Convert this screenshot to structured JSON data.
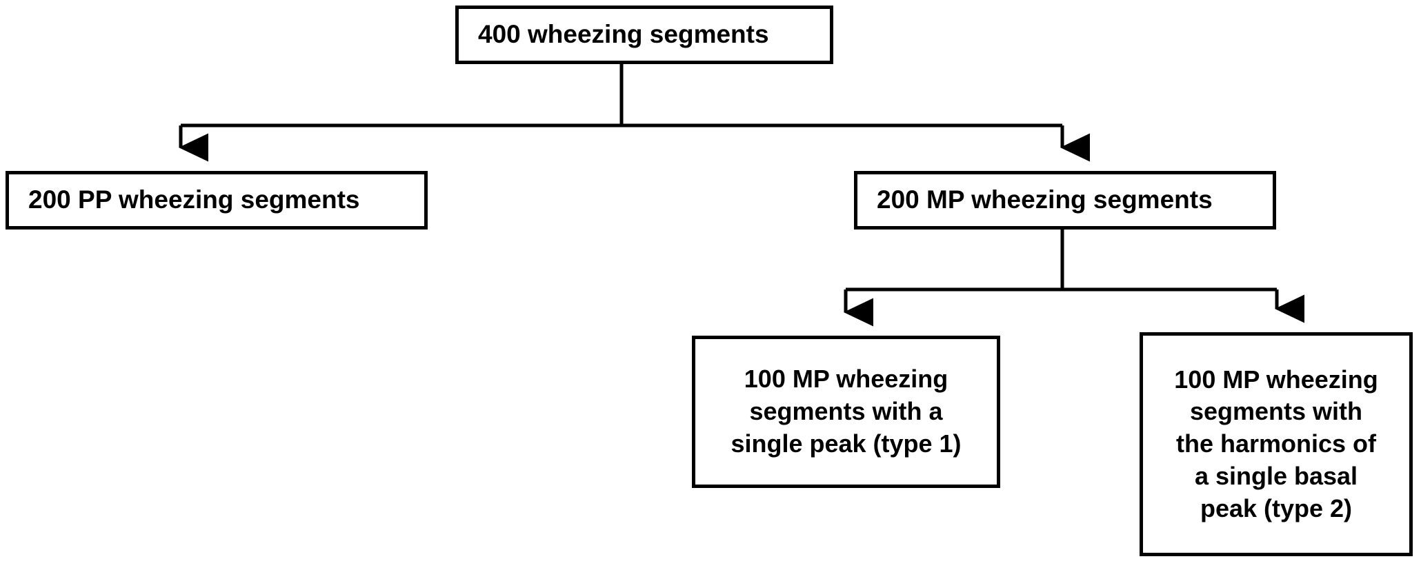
{
  "diagram": {
    "title": "Wheezing segment classification flowchart",
    "background_color": "#ffffff",
    "line_color": "#000000",
    "text_color": "#000000",
    "nodes": {
      "root": {
        "label": "400 wheezing segments"
      },
      "pp": {
        "label": "200 PP wheezing segments"
      },
      "mp": {
        "label": "200 MP wheezing segments"
      },
      "type1": {
        "label": "100 MP wheezing\nsegments with a\nsingle peak (type 1)"
      },
      "type2": {
        "label": "100 MP wheezing\nsegments with\nthe harmonics of\na single basal\npeak (type 2)"
      }
    },
    "edges": [
      {
        "from": "root",
        "to": "pp",
        "style": "elbow-arrow"
      },
      {
        "from": "root",
        "to": "mp",
        "style": "elbow-arrow"
      },
      {
        "from": "mp",
        "to": "type1",
        "style": "elbow-arrow"
      },
      {
        "from": "mp",
        "to": "type2",
        "style": "elbow-arrow"
      }
    ]
  }
}
